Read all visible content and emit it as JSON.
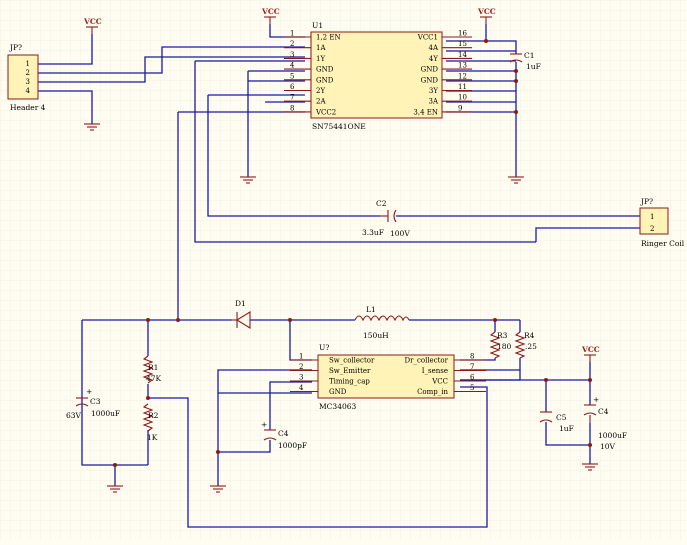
{
  "colors": {
    "wire": "#1a1aa8",
    "part": "#8a1a1a",
    "body": "#fff3b8",
    "grid": "#f0e4d2",
    "bg": "#fffdf2"
  },
  "power": {
    "vcc_label": "VCC"
  },
  "jp_header": {
    "designator": "JP?",
    "name": "Header 4",
    "pins": [
      "1",
      "2",
      "3",
      "4"
    ]
  },
  "jp_ringer": {
    "designator": "JP?",
    "name": "Ringer Coil",
    "pins": [
      "1",
      "2"
    ]
  },
  "u1": {
    "designator": "U1",
    "part": "SN75441ONE",
    "left_pins": [
      {
        "num": "1",
        "name": "1,2 EN"
      },
      {
        "num": "2",
        "name": "1A"
      },
      {
        "num": "3",
        "name": "1Y"
      },
      {
        "num": "4",
        "name": "GND"
      },
      {
        "num": "5",
        "name": "GND"
      },
      {
        "num": "6",
        "name": "2Y"
      },
      {
        "num": "7",
        "name": "2A"
      },
      {
        "num": "8",
        "name": "VCC2"
      }
    ],
    "right_pins": [
      {
        "num": "16",
        "name": "VCC1"
      },
      {
        "num": "15",
        "name": "4A"
      },
      {
        "num": "14",
        "name": "4Y"
      },
      {
        "num": "13",
        "name": "GND"
      },
      {
        "num": "12",
        "name": "GND"
      },
      {
        "num": "11",
        "name": "3Y"
      },
      {
        "num": "10",
        "name": "3A"
      },
      {
        "num": "9",
        "name": "3,4 EN"
      }
    ]
  },
  "u7": {
    "designator": "U?",
    "part": "MC34063",
    "left_pins": [
      {
        "num": "1",
        "name": "Sw_collector"
      },
      {
        "num": "2",
        "name": "Sw_Emitter"
      },
      {
        "num": "3",
        "name": "Timing_cap"
      },
      {
        "num": "4",
        "name": "GND"
      }
    ],
    "right_pins": [
      {
        "num": "8",
        "name": "Dr_collector"
      },
      {
        "num": "7",
        "name": "I_sense"
      },
      {
        "num": "6",
        "name": "VCC"
      },
      {
        "num": "5",
        "name": "Comp_in"
      }
    ]
  },
  "c1": {
    "designator": "C1",
    "value": "1uF"
  },
  "c2": {
    "designator": "C2",
    "value": "3.3uF",
    "voltage": "100V"
  },
  "c3": {
    "designator": "C3",
    "value": "1000uF",
    "voltage": "63V"
  },
  "c4a": {
    "designator": "C4",
    "value": "1000pF"
  },
  "c4b": {
    "designator": "C4",
    "value": "1000uF",
    "voltage": "10V"
  },
  "c5": {
    "designator": "C5",
    "value": "1uF"
  },
  "d1": {
    "designator": "D1"
  },
  "l1": {
    "designator": "L1",
    "value": "150uH"
  },
  "r1": {
    "designator": "R1",
    "value": "47K"
  },
  "r2": {
    "designator": "R2",
    "value": "1K"
  },
  "r3": {
    "designator": "R3",
    "value": "180"
  },
  "r4": {
    "designator": "R4",
    "value": ".25"
  }
}
